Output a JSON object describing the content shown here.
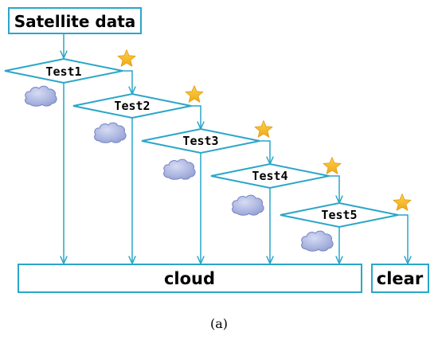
{
  "diagram": {
    "source_box": {
      "label": "Satellite data"
    },
    "tests": [
      {
        "label": "Test1"
      },
      {
        "label": "Test2"
      },
      {
        "label": "Test3"
      },
      {
        "label": "Test4"
      },
      {
        "label": "Test5"
      }
    ],
    "outputs": {
      "cloud": "cloud",
      "clear": "clear"
    },
    "caption": "(a)",
    "icons": {
      "pass": "star-icon",
      "fail": "cloud-icon"
    },
    "colors": {
      "line": "#2aa6c8",
      "diamond_border": "#2aa6c8",
      "box_fill": "#ffffff",
      "star": "#f5bd22",
      "cloud_fill": "#a9b4e0",
      "cloud_stroke": "#7684c2"
    }
  }
}
